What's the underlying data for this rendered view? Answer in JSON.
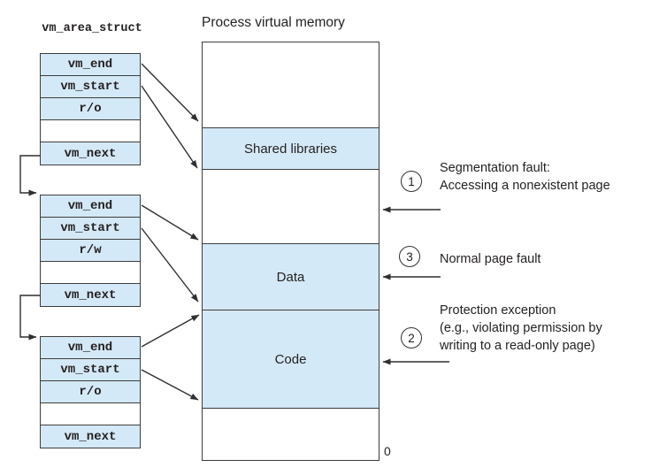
{
  "struct_title": "vm_area_struct",
  "memory": {
    "title": "Process virtual memory",
    "zero_label": "0",
    "segments": {
      "shared": "Shared libraries",
      "data": "Data",
      "code": "Code"
    }
  },
  "structs": [
    {
      "fields": [
        "vm_end",
        "vm_start",
        "r/o",
        "",
        "vm_next"
      ]
    },
    {
      "fields": [
        "vm_end",
        "vm_start",
        "r/w",
        "",
        "vm_next"
      ]
    },
    {
      "fields": [
        "vm_end",
        "vm_start",
        "r/o",
        "",
        "vm_next"
      ]
    }
  ],
  "annotations": [
    {
      "number": "1",
      "lines": [
        "Segmentation fault:",
        "Accessing a nonexistent page"
      ]
    },
    {
      "number": "3",
      "lines": [
        "Normal page fault"
      ]
    },
    {
      "number": "2",
      "lines": [
        "Protection exception",
        "(e.g., violating permission by",
        "writing to a read-only page)"
      ]
    }
  ],
  "colors": {
    "segment_fill": "#d4e9f7",
    "line": "#2f2f2f",
    "background": "#ffffff"
  }
}
